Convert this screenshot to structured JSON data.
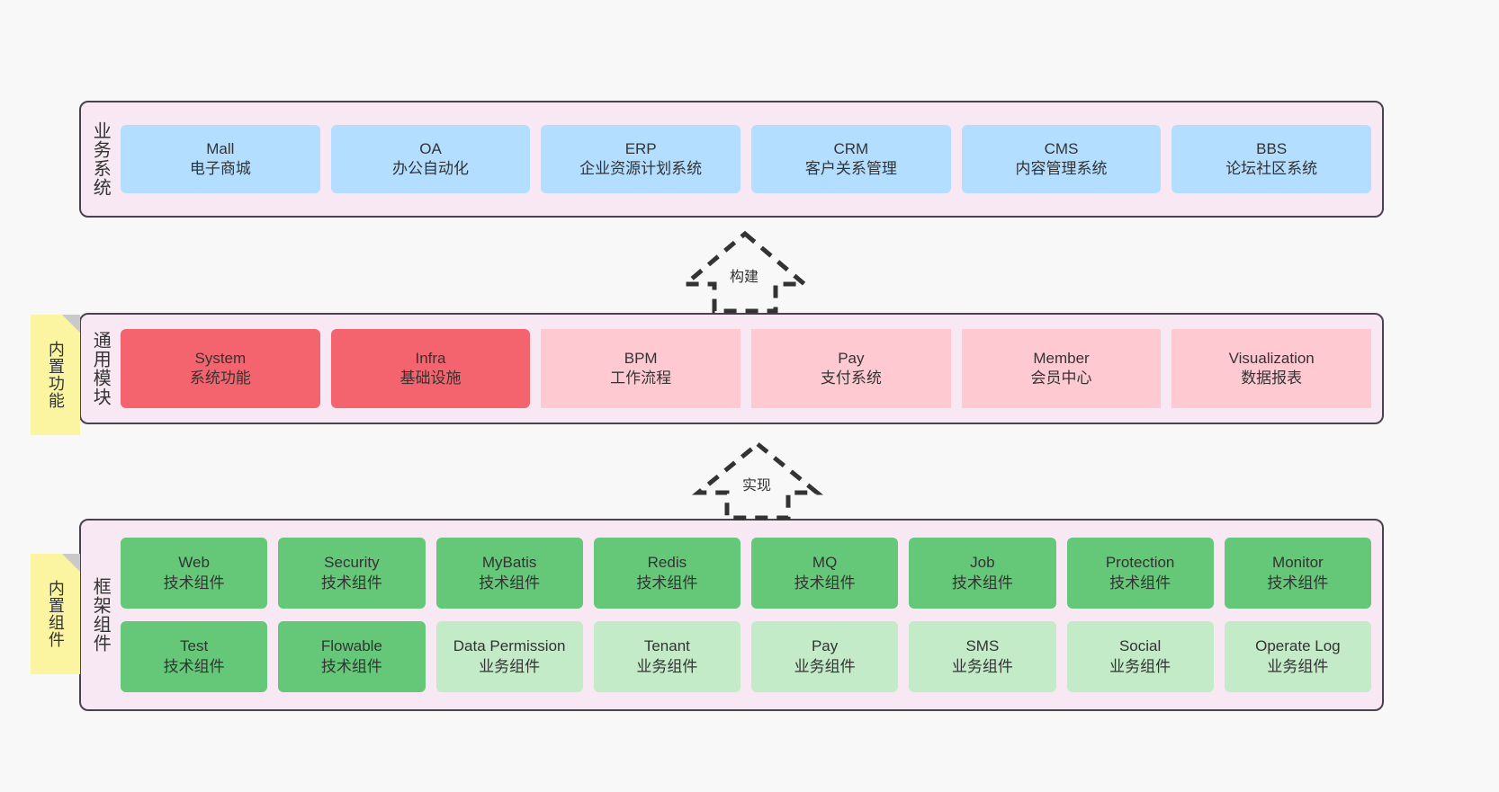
{
  "diagram": {
    "background_color": "#f8f8f8",
    "layer_fill": "#f8e8f4",
    "layer_border": "#4a434d",
    "sticky_color": "#fbf4a0"
  },
  "layers": [
    {
      "id": "business-system",
      "title": "业务系统",
      "accent": "#b3deff",
      "cards": [
        {
          "name": "Mall",
          "sub": "电子商城"
        },
        {
          "name": "OA",
          "sub": "办公自动化"
        },
        {
          "name": "ERP",
          "sub": "企业资源计划系统"
        },
        {
          "name": "CRM",
          "sub": "客户关系管理"
        },
        {
          "name": "CMS",
          "sub": "内容管理系统"
        },
        {
          "name": "BBS",
          "sub": "论坛社区系统"
        }
      ]
    },
    {
      "id": "common-module",
      "title": "通用模块",
      "sticky": "内置功能",
      "accent_strong": "#f4646e",
      "accent_light": "#ffc9d2",
      "cards": [
        {
          "name": "System",
          "sub": "系统功能",
          "style": "strong"
        },
        {
          "name": "Infra",
          "sub": "基础设施",
          "style": "strong"
        },
        {
          "name": "BPM",
          "sub": "工作流程",
          "style": "light"
        },
        {
          "name": "Pay",
          "sub": "支付系统",
          "style": "light"
        },
        {
          "name": "Member",
          "sub": "会员中心",
          "style": "light"
        },
        {
          "name": "Visualization",
          "sub": "数据报表",
          "style": "light"
        }
      ]
    },
    {
      "id": "framework-component",
      "title": "框架组件",
      "sticky": "内置组件",
      "accent_strong": "#64c878",
      "accent_light": "#c3ebc8",
      "row1": [
        {
          "name": "Web",
          "sub": "技术组件",
          "style": "strong"
        },
        {
          "name": "Security",
          "sub": "技术组件",
          "style": "strong"
        },
        {
          "name": "MyBatis",
          "sub": "技术组件",
          "style": "strong"
        },
        {
          "name": "Redis",
          "sub": "技术组件",
          "style": "strong"
        },
        {
          "name": "MQ",
          "sub": "技术组件",
          "style": "strong"
        },
        {
          "name": "Job",
          "sub": "技术组件",
          "style": "strong"
        },
        {
          "name": "Protection",
          "sub": "技术组件",
          "style": "strong"
        },
        {
          "name": "Monitor",
          "sub": "技术组件",
          "style": "strong"
        }
      ],
      "row2": [
        {
          "name": "Test",
          "sub": "技术组件",
          "style": "strong"
        },
        {
          "name": "Flowable",
          "sub": "技术组件",
          "style": "strong"
        },
        {
          "name": "Data Permission",
          "sub": "业务组件",
          "style": "light"
        },
        {
          "name": "Tenant",
          "sub": "业务组件",
          "style": "light"
        },
        {
          "name": "Pay",
          "sub": "业务组件",
          "style": "light"
        },
        {
          "name": "SMS",
          "sub": "业务组件",
          "style": "light"
        },
        {
          "name": "Social",
          "sub": "业务组件",
          "style": "light"
        },
        {
          "name": "Operate Log",
          "sub": "业务组件",
          "style": "light"
        }
      ]
    }
  ],
  "connectors": [
    {
      "id": "build",
      "label": "构建",
      "from": "common-module",
      "to": "business-system"
    },
    {
      "id": "implement",
      "label": "实现",
      "from": "framework-component",
      "to": "common-module"
    }
  ]
}
